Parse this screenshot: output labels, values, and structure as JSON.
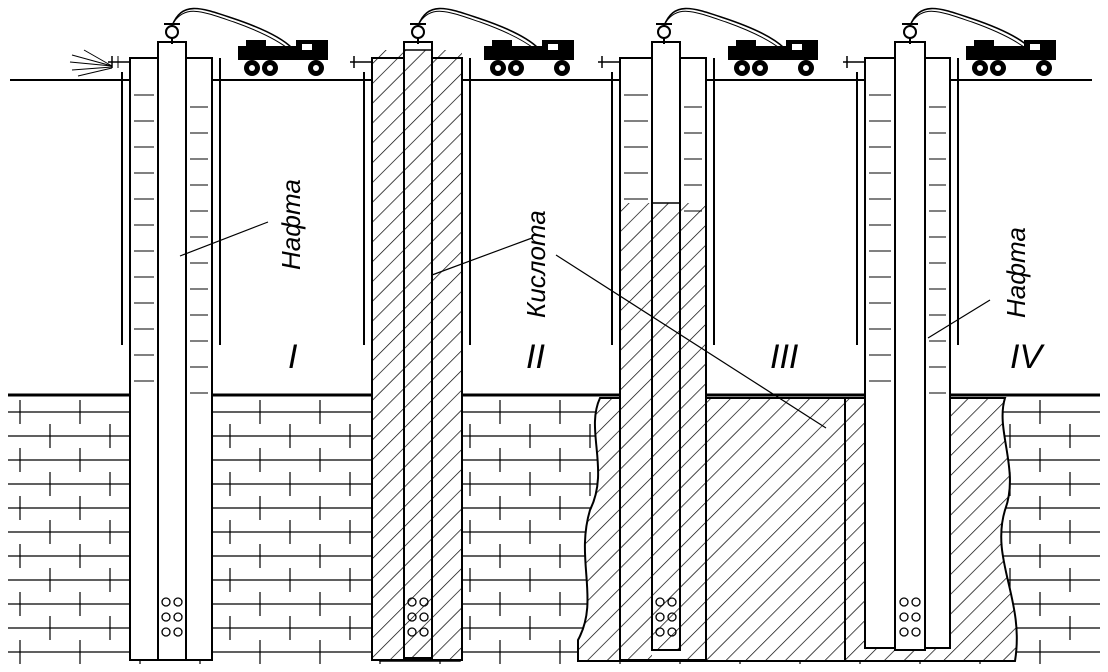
{
  "labels": {
    "oil_1": "Нафта",
    "acid": "Кислота",
    "oil_4": "Нафта"
  },
  "stages": [
    {
      "roman": "I"
    },
    {
      "roman": "II"
    },
    {
      "roman": "III"
    },
    {
      "roman": "IV"
    }
  ],
  "colors": {
    "ink": "#000000",
    "paper": "#ffffff"
  }
}
